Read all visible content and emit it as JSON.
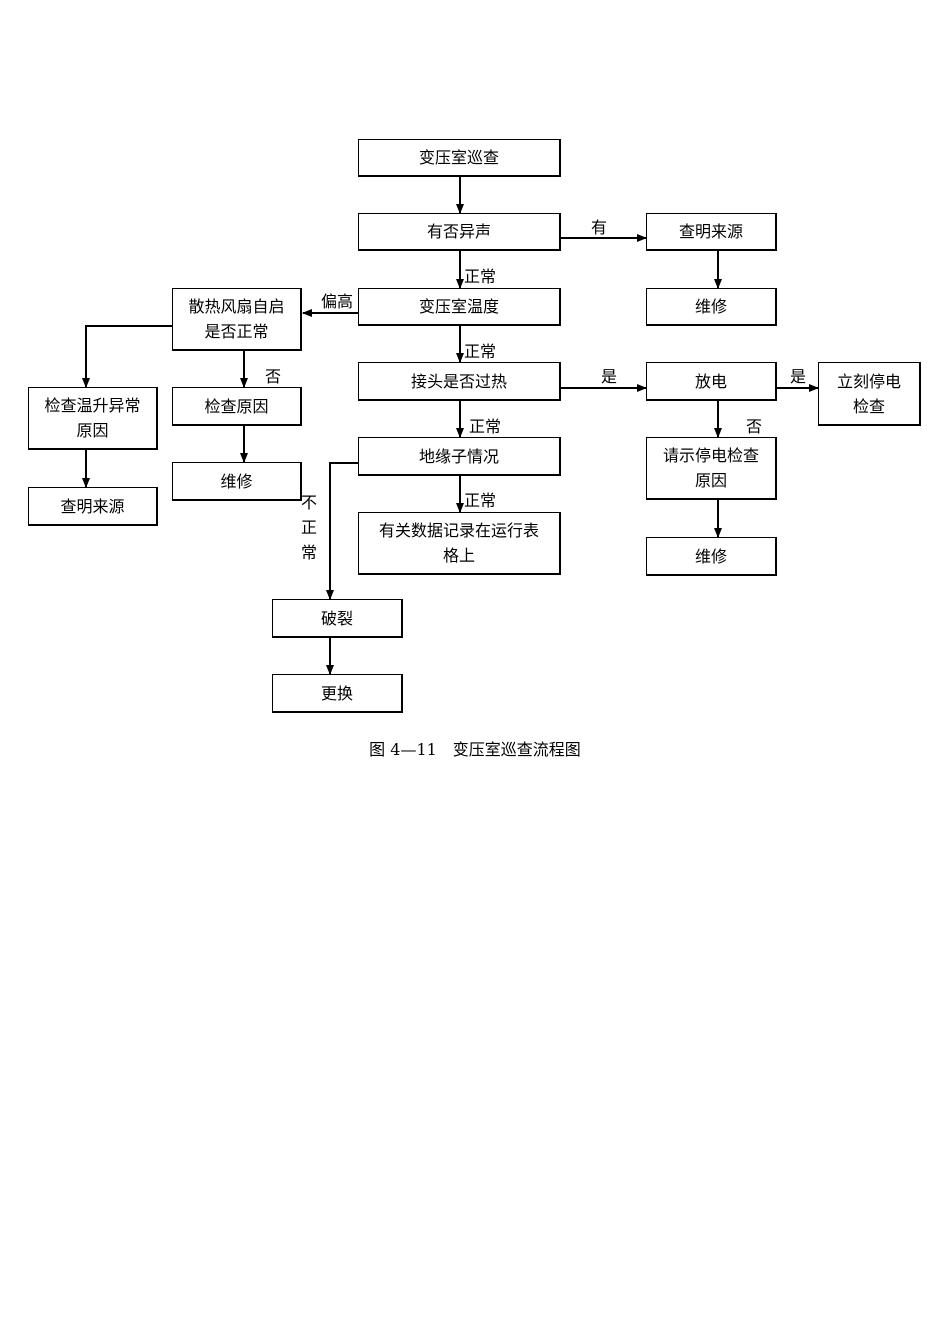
{
  "nodes": {
    "inspect": "变压室巡查",
    "noise": "有否异声",
    "find_source_right": "查明来源",
    "repair_right_top": "维修",
    "temperature": "变压室温度",
    "fan_line1": "散热风扇自启",
    "fan_line2": "是否正常",
    "check_rise_line1": "检查温升异常",
    "check_rise_line2": "原因",
    "find_source_left": "查明来源",
    "check_cause": "检查原因",
    "repair_left": "维修",
    "joint": "接头是否过热",
    "discharge": "放电",
    "stop_line1": "立刻停电",
    "stop_line2": "检查",
    "request_line1": "请示停电检查",
    "request_line2": "原因",
    "repair_right_bottom": "维修",
    "insulator": "地缘子情况",
    "record_line1": "有关数据记录在运行表",
    "record_line2": "格上",
    "crack": "破裂",
    "replace": "更换"
  },
  "edge_labels": {
    "has": "有",
    "normal_1": "正常",
    "high": "偏高",
    "normal_2": "正常",
    "no_fan": "否",
    "yes_joint": "是",
    "yes_discharge": "是",
    "normal_3": "正常",
    "no_discharge": "否",
    "normal_4": "正常",
    "abnormal_1": "不",
    "abnormal_2": "正",
    "abnormal_3": "常"
  },
  "caption": "图 4—11　变压室巡查流程图"
}
